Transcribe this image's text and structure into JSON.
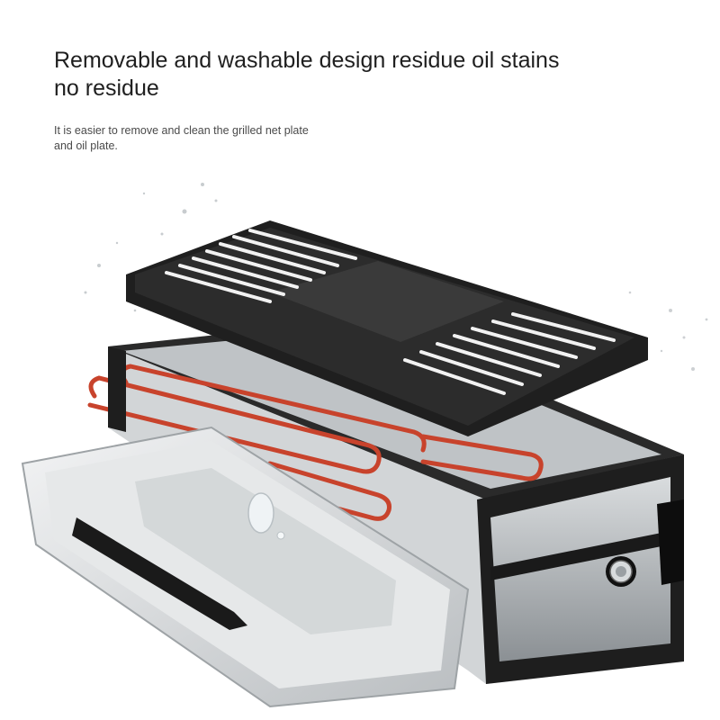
{
  "headline": {
    "line1": "Removable and washable design residue oil stains",
    "line2": "no residue"
  },
  "subtext": {
    "line1": "It is easier to remove and clean the grilled net plate",
    "line2": "and oil plate."
  },
  "product": {
    "icon": "electric-grill-illustration",
    "colors": {
      "grate": "#2b2b2b",
      "heating_element": "#c8432c",
      "steel": "#c9ccce",
      "body": "#1e1e1e"
    }
  }
}
